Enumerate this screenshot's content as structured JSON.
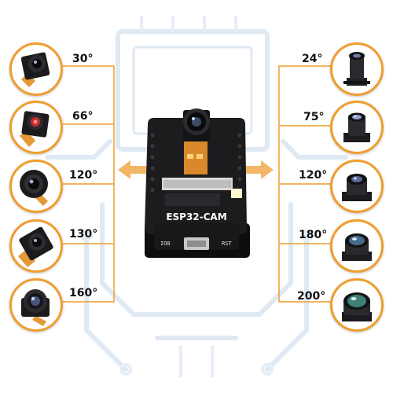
{
  "board": {
    "label": "ESP32-CAM",
    "io_label": "IO0",
    "rst_label": "RST"
  },
  "left_lenses": [
    {
      "angle": "30°",
      "icon": "square-module-lens-icon"
    },
    {
      "angle": "66°",
      "icon": "red-square-module-lens-icon"
    },
    {
      "angle": "120°",
      "icon": "round-wide-lens-icon"
    },
    {
      "angle": "130°",
      "icon": "square-wide-lens-icon"
    },
    {
      "angle": "160°",
      "icon": "fisheye-module-lens-icon"
    }
  ],
  "right_lenses": [
    {
      "angle": "24°",
      "icon": "long-barrel-lens-icon"
    },
    {
      "angle": "75°",
      "icon": "barrel-lens-icon"
    },
    {
      "angle": "120°",
      "icon": "short-barrel-lens-icon"
    },
    {
      "angle": "180°",
      "icon": "fisheye-lens-icon"
    },
    {
      "angle": "200°",
      "icon": "wide-fisheye-lens-icon"
    }
  ],
  "colors": {
    "accent": "#ef9d2f",
    "board": "#1c1c1f",
    "flex_cable": "#d9892c",
    "background_circuit": "#dfe9f4"
  }
}
